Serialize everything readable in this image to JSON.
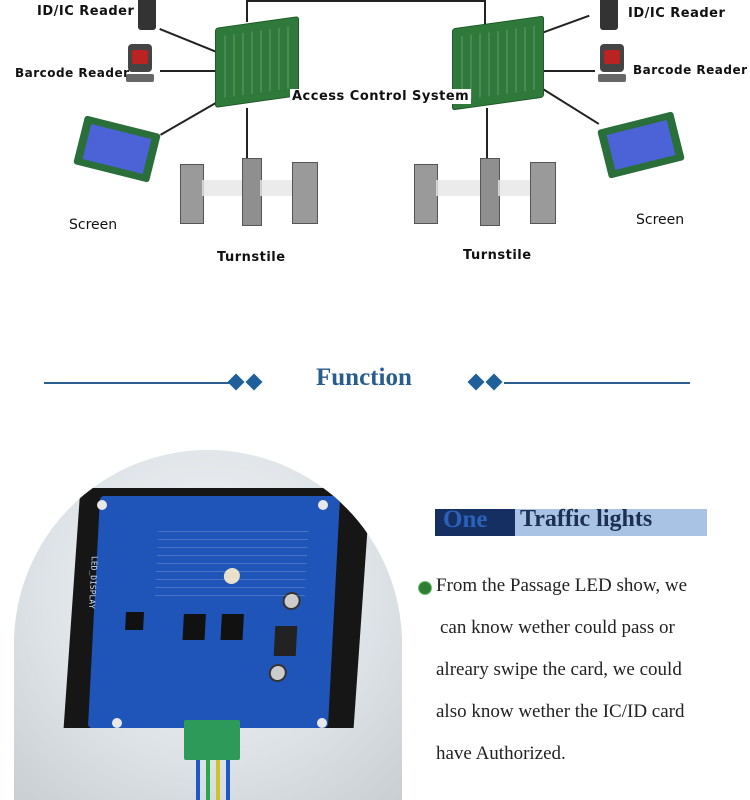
{
  "diagram": {
    "left_labels": {
      "id_reader": "ID/IC Reader",
      "barcode_reader": "Barcode Reader",
      "screen": "Screen",
      "turnstile": "Turnstile"
    },
    "right_labels": {
      "id_reader": "ID/IC Reader",
      "barcode_reader": "Barcode Reader",
      "screen": "Screen",
      "turnstile": "Turnstile"
    },
    "center_label": "Access Control System"
  },
  "function_section": {
    "title": "Function"
  },
  "feature": {
    "number_word": "One",
    "title": "Traffic lights",
    "lines": [
      "From the Passage LED show, we",
      "can know wether could pass or",
      "alreary swipe the card, we could",
      "also know wether the IC/ID card",
      "have Authorized."
    ],
    "pcb_silkscreen": "LED_DISPLAY",
    "bullet_color": "#2e7d32"
  }
}
